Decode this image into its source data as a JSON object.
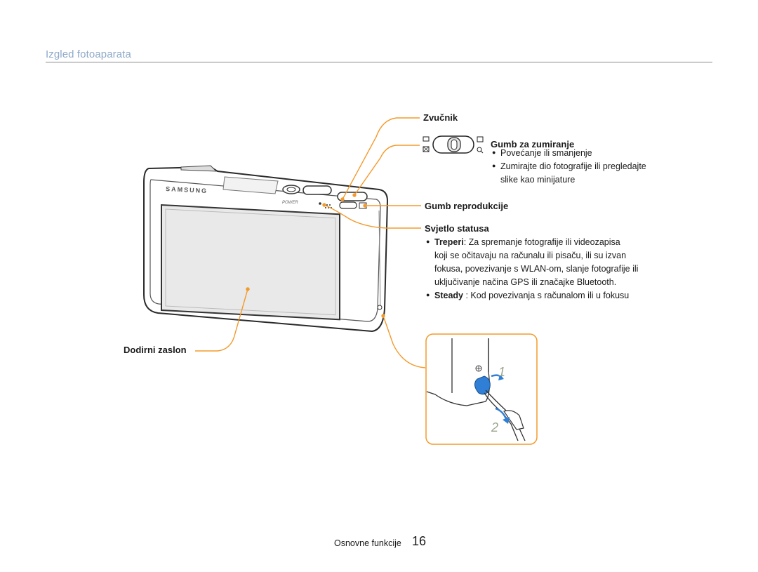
{
  "header": {
    "section_title": "Izgled fotoaparata"
  },
  "camera": {
    "brand": "SAMSUNG",
    "power_label": "POWER"
  },
  "callouts": {
    "speaker": {
      "title": "Zvučnik"
    },
    "zoom": {
      "title": "Gumb za zumiranje",
      "bullets": [
        "Povećanje ili smanjenje",
        "Zumirajte dio fotografije ili pregledajte",
        "slike kao minijature"
      ]
    },
    "playback": {
      "title": "Gumb reprodukcije"
    },
    "status_light": {
      "title": "Svjetlo statusa",
      "blink_term": "Treperi",
      "blink_text": ": Za spremanje fotografije ili videozapisa",
      "blink_lines": [
        "koji se očitavaju na računalu ili pisaču, ili su izvan",
        "fokusa, povezivanje s WLAN-om, slanje fotografije ili",
        "uključivanje načina GPS ili značajke Bluetooth."
      ],
      "steady_term": "Steady",
      "steady_text": " : Kod povezivanja s računalom ili u fokusu"
    },
    "touch_screen": {
      "title": "Dodirni zaslon"
    },
    "strap_steps": [
      "1",
      "2"
    ]
  },
  "footer": {
    "label": "Osnovne funkcije",
    "page_number": "16"
  },
  "colors": {
    "callout": "#f39a2b",
    "title": "#8fa9c9",
    "arrow": "#2f7fd6"
  }
}
